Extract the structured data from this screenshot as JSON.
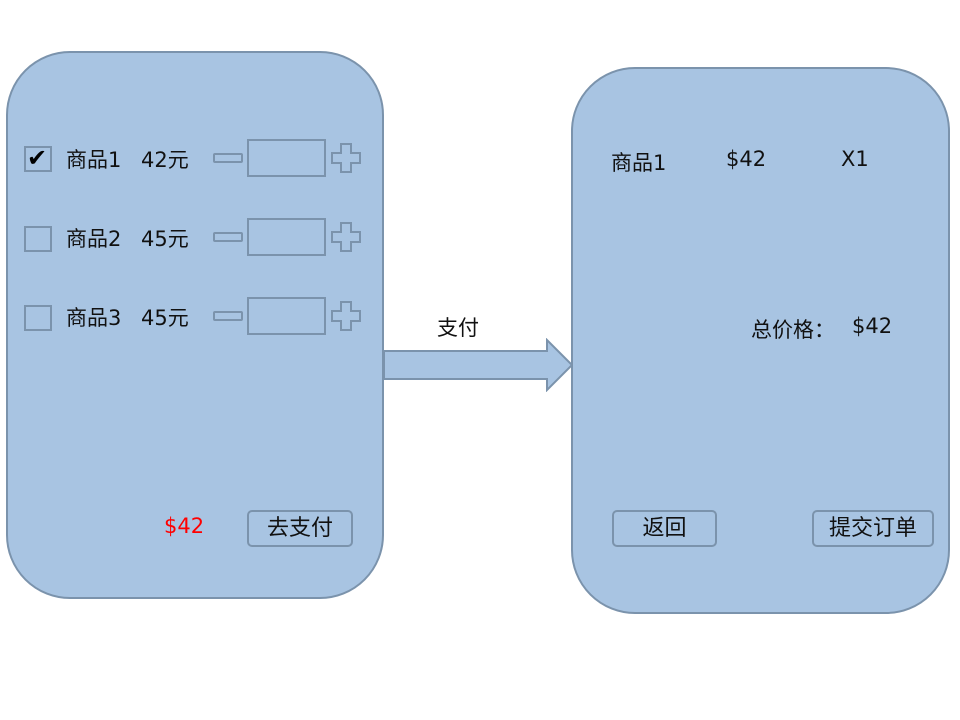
{
  "cart": {
    "items": [
      {
        "name": "商品1",
        "price": "42元",
        "checked": true
      },
      {
        "name": "商品2",
        "price": "45元",
        "checked": false
      },
      {
        "name": "商品3",
        "price": "45元",
        "checked": false
      }
    ],
    "total": "$42",
    "pay_button": "去支付"
  },
  "arrow": {
    "label": "支付"
  },
  "order": {
    "item_name": "商品1",
    "item_price": "$42",
    "item_qty": "X1",
    "total_label": "总价格：",
    "total_value": "$42",
    "back_button": "返回",
    "submit_button": "提交订单"
  },
  "colors": {
    "panel_fill": "#a8c4e2",
    "panel_border": "#7b93ac",
    "total_highlight": "#ff0000"
  },
  "icons": [
    "checkmark-icon",
    "minus-icon",
    "plus-icon",
    "right-arrow-icon"
  ]
}
